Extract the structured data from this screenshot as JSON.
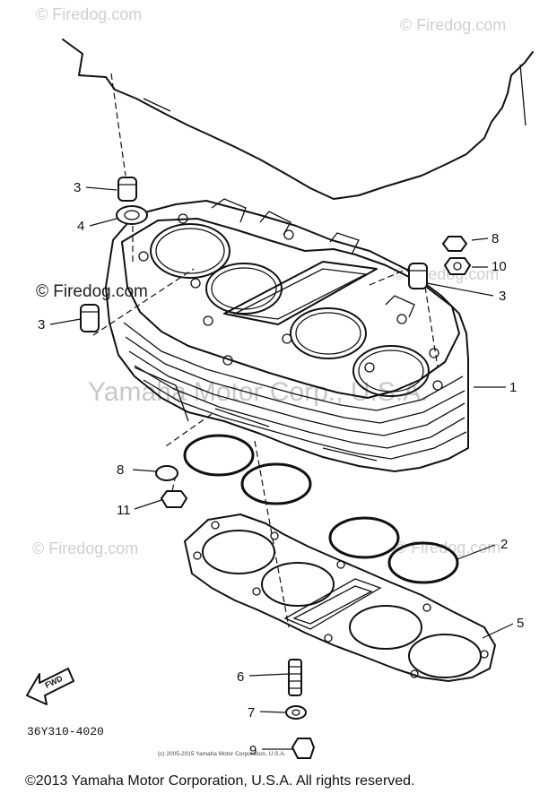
{
  "watermarks": {
    "firedog": "© Firedog.com",
    "firedog_short": "© Firedog.com",
    "yamaha": "Yamaha Motor Corp., U.S.A."
  },
  "diagram_code": "36Y310-4020",
  "fwd_label": "FWD",
  "copyright_small": "(c) 2005-2015 Yamaha Motor Corporation, U.S.A.",
  "copyright_footer": "©2013 Yamaha Motor Corporation, U.S.A. All rights reserved.",
  "callouts": {
    "c1": "1",
    "c2": "2",
    "c3a": "3",
    "c3b": "3",
    "c3c": "3",
    "c4": "4",
    "c5": "5",
    "c6": "6",
    "c7": "7",
    "c8a": "8",
    "c8b": "8",
    "c9": "9",
    "c10": "10",
    "c11": "11"
  }
}
